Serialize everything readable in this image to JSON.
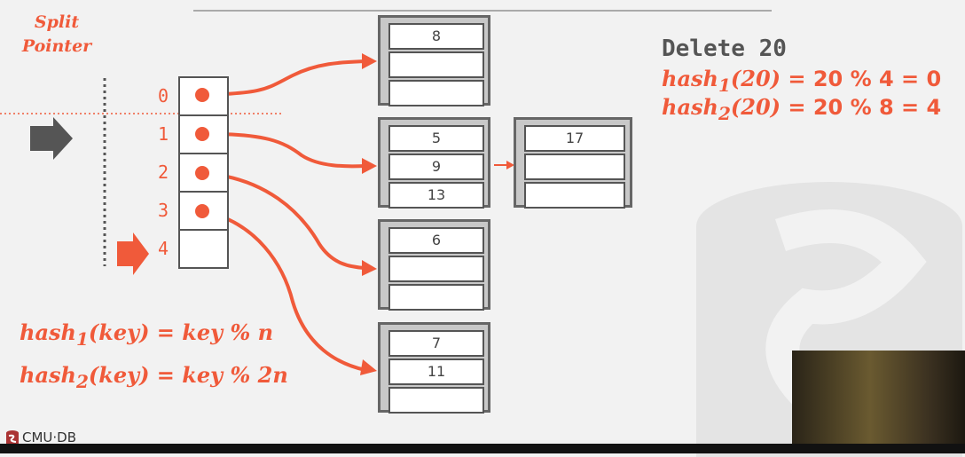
{
  "slide": {
    "split_pointer_label": [
      "Split",
      "Pointer"
    ],
    "directory_indexes": [
      "0",
      "1",
      "2",
      "3",
      "4"
    ],
    "buckets": [
      {
        "slots": [
          "8",
          "",
          ""
        ]
      },
      {
        "slots": [
          "5",
          "9",
          "13"
        ]
      },
      {
        "slots": [
          "6",
          "",
          ""
        ]
      },
      {
        "slots": [
          "7",
          "11",
          ""
        ]
      }
    ],
    "overflow_bucket": {
      "slots": [
        "17",
        "",
        ""
      ]
    },
    "operation": "Delete 20",
    "hash1_result": {
      "lhs": "hash",
      "sub": "1",
      "arg": "(20)",
      "rhs": "= 20 % 4 = 0"
    },
    "hash2_result": {
      "lhs": "hash",
      "sub": "2",
      "arg": "(20)",
      "rhs": "= 20 % 8 = 4"
    },
    "formula1": {
      "lhs": "hash",
      "sub": "1",
      "rest": "(key) = key % n"
    },
    "formula2": {
      "lhs": "hash",
      "sub": "2",
      "rest": "(key) = key % 2n"
    },
    "logo_text": "CMU·DB",
    "colors": {
      "accent": "#f05a3a",
      "dark": "#555555"
    }
  }
}
